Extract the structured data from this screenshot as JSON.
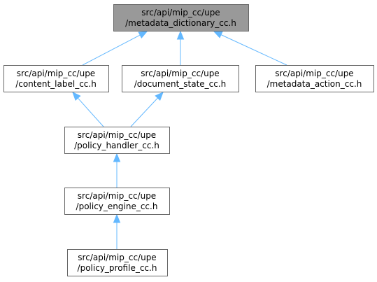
{
  "diagram": {
    "nodes": [
      {
        "id": "metadata_dictionary",
        "line1": "src/api/mip_cc/upe",
        "line2": "/metadata_dictionary_cc.h",
        "highlighted": true
      },
      {
        "id": "content_label",
        "line1": "src/api/mip_cc/upe",
        "line2": "/content_label_cc.h",
        "highlighted": false
      },
      {
        "id": "document_state",
        "line1": "src/api/mip_cc/upe",
        "line2": "/document_state_cc.h",
        "highlighted": false
      },
      {
        "id": "metadata_action",
        "line1": "src/api/mip_cc/upe",
        "line2": "/metadata_action_cc.h",
        "highlighted": false
      },
      {
        "id": "policy_handler",
        "line1": "src/api/mip_cc/upe",
        "line2": "/policy_handler_cc.h",
        "highlighted": false
      },
      {
        "id": "policy_engine",
        "line1": "src/api/mip_cc/upe",
        "line2": "/policy_engine_cc.h",
        "highlighted": false
      },
      {
        "id": "policy_profile",
        "line1": "src/api/mip_cc/upe",
        "line2": "/policy_profile_cc.h",
        "highlighted": false
      }
    ],
    "edges": [
      {
        "from": "content_label",
        "to": "metadata_dictionary"
      },
      {
        "from": "document_state",
        "to": "metadata_dictionary"
      },
      {
        "from": "metadata_action",
        "to": "metadata_dictionary"
      },
      {
        "from": "policy_handler",
        "to": "content_label"
      },
      {
        "from": "policy_handler",
        "to": "document_state"
      },
      {
        "from": "policy_engine",
        "to": "policy_handler"
      },
      {
        "from": "policy_profile",
        "to": "policy_engine"
      }
    ],
    "colors": {
      "edge": "#63b8ff",
      "node_border": "#666666",
      "root_fill": "#999999",
      "node_fill": "#ffffff"
    }
  }
}
